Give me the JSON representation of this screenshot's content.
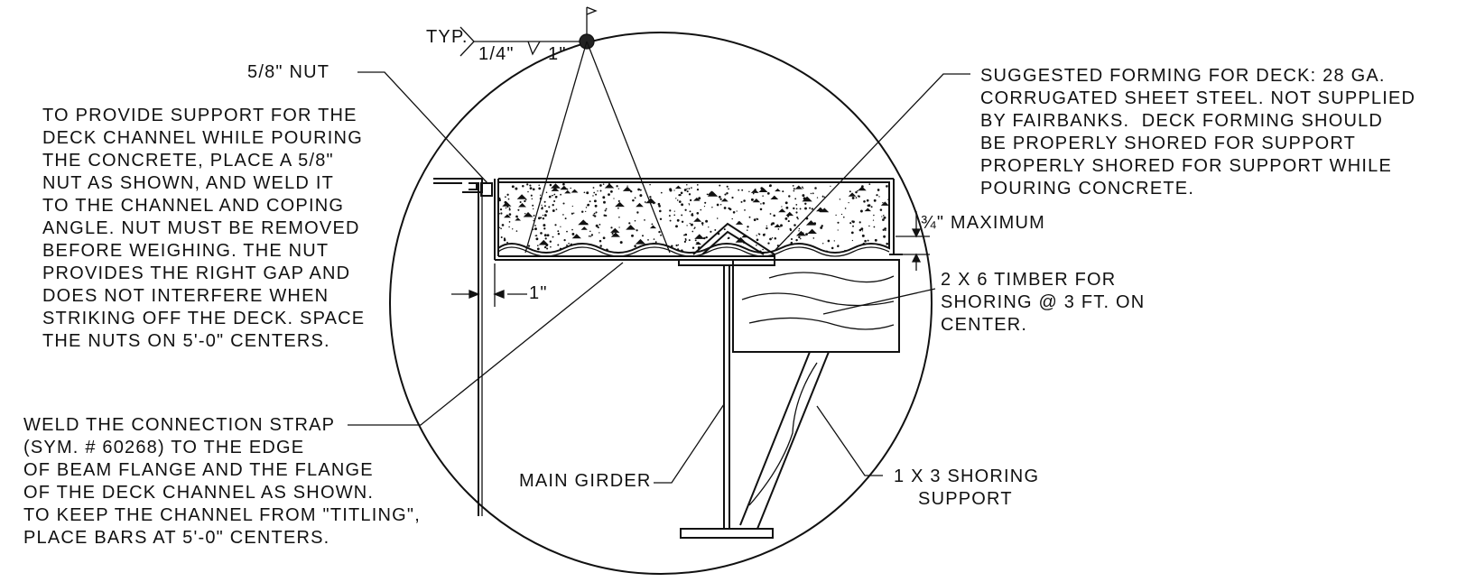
{
  "detail": {
    "weld_symbol": {
      "typ": "TYP.",
      "size": "1/4\"",
      "length": "1\""
    },
    "labels": {
      "nut": "5/8\" NUT",
      "nut_note": "TO PROVIDE SUPPORT FOR THE\nDECK CHANNEL WHILE POURING\nTHE CONCRETE, PLACE A 5/8\"\nNUT AS SHOWN, AND WELD IT\nTO THE CHANNEL AND COPING\nANGLE. NUT MUST BE REMOVED\nBEFORE WEIGHING. THE NUT\nPROVIDES THE RIGHT GAP AND\nDOES NOT INTERFERE WHEN\nSTRIKING OFF THE DECK. SPACE\nTHE NUTS ON 5'-0\" CENTERS.",
      "gap_dimension": "1\"",
      "strap_note": "WELD THE CONNECTION STRAP\n(SYM. # 60268) TO THE EDGE\nOF BEAM FLANGE AND THE FLANGE\nOF THE DECK CHANNEL AS SHOWN.\nTO KEEP THE CHANNEL FROM \"TITLING\",\nPLACE BARS AT 5'-0\" CENTERS.",
      "main_girder": "MAIN GIRDER",
      "forming_note": "SUGGESTED FORMING FOR DECK: 28 GA.\nCORRUGATED SHEET STEEL. NOT SUPPLIED\nBY FAIRBANKS.  DECK FORMING SHOULD\nBE PROPERLY SHORED FOR SUPPORT\nPROPERLY SHORED FOR SUPPORT WHILE\nPOURING CONCRETE.",
      "maximum": "¾\" MAXIMUM",
      "timber_note": "2 X 6 TIMBER FOR\nSHORING @ 3 FT. ON\nCENTER.",
      "shoring_support": "1 X 3 SHORING\n    SUPPORT"
    }
  }
}
